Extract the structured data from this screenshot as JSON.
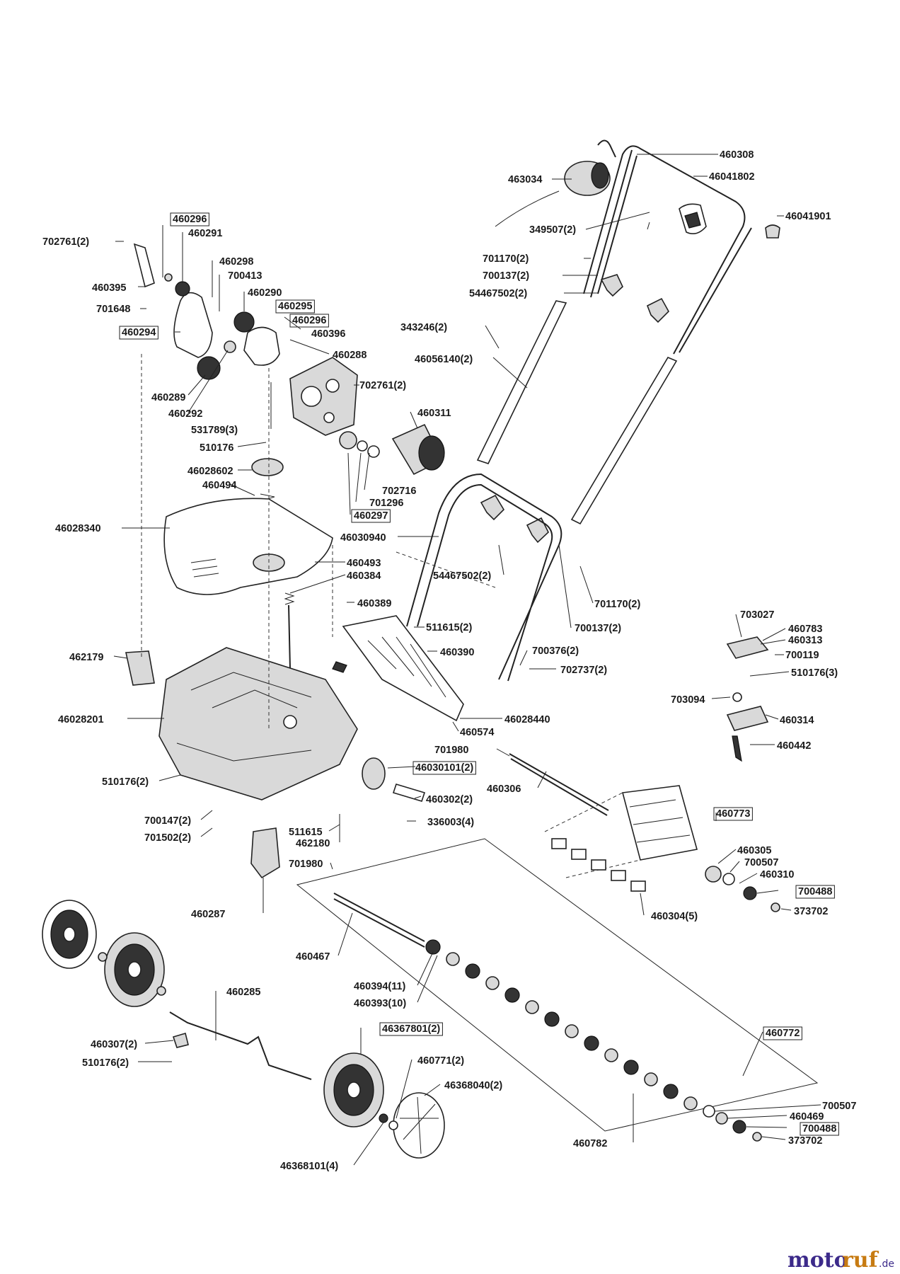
{
  "labels": [
    {
      "id": "460308",
      "text": "460308",
      "boxed": false
    },
    {
      "id": "463034",
      "text": "463034",
      "boxed": false
    },
    {
      "id": "46041802",
      "text": "46041802",
      "boxed": false
    },
    {
      "id": "46041901",
      "text": "46041901",
      "boxed": false
    },
    {
      "id": "349507-2",
      "text": "349507(2)",
      "boxed": false
    },
    {
      "id": "460296-a",
      "text": "460296",
      "boxed": true
    },
    {
      "id": "702761-2-a",
      "text": "702761(2)",
      "boxed": false
    },
    {
      "id": "460291",
      "text": "460291",
      "boxed": false
    },
    {
      "id": "460298",
      "text": "460298",
      "boxed": false
    },
    {
      "id": "700413",
      "text": "700413",
      "boxed": false
    },
    {
      "id": "460395",
      "text": "460395",
      "boxed": false
    },
    {
      "id": "460290",
      "text": "460290",
      "boxed": false
    },
    {
      "id": "701648",
      "text": "701648",
      "boxed": false
    },
    {
      "id": "460295",
      "text": "460295",
      "boxed": true
    },
    {
      "id": "460296-b",
      "text": "460296",
      "boxed": true
    },
    {
      "id": "460294",
      "text": "460294",
      "boxed": true
    },
    {
      "id": "460396",
      "text": "460396",
      "boxed": false
    },
    {
      "id": "460288",
      "text": "460288",
      "boxed": false
    },
    {
      "id": "701170-2-a",
      "text": "701170(2)",
      "boxed": false
    },
    {
      "id": "700137-2-a",
      "text": "700137(2)",
      "boxed": false
    },
    {
      "id": "54467502-2-a",
      "text": "54467502(2)",
      "boxed": false
    },
    {
      "id": "343246-2",
      "text": "343246(2)",
      "boxed": false
    },
    {
      "id": "46056140-2",
      "text": "46056140(2)",
      "boxed": false
    },
    {
      "id": "460289",
      "text": "460289",
      "boxed": false
    },
    {
      "id": "702761-2-b",
      "text": "702761(2)",
      "boxed": false
    },
    {
      "id": "460292",
      "text": "460292",
      "boxed": false
    },
    {
      "id": "460311",
      "text": "460311",
      "boxed": false
    },
    {
      "id": "531789-3",
      "text": "531789(3)",
      "boxed": false
    },
    {
      "id": "510176-a",
      "text": "510176",
      "boxed": false
    },
    {
      "id": "46028602",
      "text": "46028602",
      "boxed": false
    },
    {
      "id": "702716",
      "text": "702716",
      "boxed": false
    },
    {
      "id": "460494",
      "text": "460494",
      "boxed": false
    },
    {
      "id": "701296",
      "text": "701296",
      "boxed": false
    },
    {
      "id": "460297",
      "text": "460297",
      "boxed": true
    },
    {
      "id": "46028340",
      "text": "46028340",
      "boxed": false
    },
    {
      "id": "46030940",
      "text": "46030940",
      "boxed": false
    },
    {
      "id": "460493",
      "text": "460493",
      "boxed": false
    },
    {
      "id": "460384",
      "text": "460384",
      "boxed": false
    },
    {
      "id": "54467502-2-b",
      "text": "54467502(2)",
      "boxed": false
    },
    {
      "id": "460389",
      "text": "460389",
      "boxed": false
    },
    {
      "id": "701170-2-b",
      "text": "701170(2)",
      "boxed": false
    },
    {
      "id": "703027",
      "text": "703027",
      "boxed": false
    },
    {
      "id": "511615-2",
      "text": "511615(2)",
      "boxed": false
    },
    {
      "id": "700137-2-b",
      "text": "700137(2)",
      "boxed": false
    },
    {
      "id": "460783",
      "text": "460783",
      "boxed": false
    },
    {
      "id": "460313",
      "text": "460313",
      "boxed": false
    },
    {
      "id": "462179",
      "text": "462179",
      "boxed": false
    },
    {
      "id": "460390",
      "text": "460390",
      "boxed": false
    },
    {
      "id": "700376-2",
      "text": "700376(2)",
      "boxed": false
    },
    {
      "id": "700119",
      "text": "700119",
      "boxed": false
    },
    {
      "id": "702737-2",
      "text": "702737(2)",
      "boxed": false
    },
    {
      "id": "510176-3",
      "text": "510176(3)",
      "boxed": false
    },
    {
      "id": "703094",
      "text": "703094",
      "boxed": false
    },
    {
      "id": "46028201",
      "text": "46028201",
      "boxed": false
    },
    {
      "id": "46028440",
      "text": "46028440",
      "boxed": false
    },
    {
      "id": "460314",
      "text": "460314",
      "boxed": false
    },
    {
      "id": "460574",
      "text": "460574",
      "boxed": false
    },
    {
      "id": "701980-a",
      "text": "701980",
      "boxed": false
    },
    {
      "id": "460442",
      "text": "460442",
      "boxed": false
    },
    {
      "id": "46030101-2",
      "text": "46030101(2)",
      "boxed": true
    },
    {
      "id": "510176-2-a",
      "text": "510176(2)",
      "boxed": false
    },
    {
      "id": "460306",
      "text": "460306",
      "boxed": false
    },
    {
      "id": "460302-2",
      "text": "460302(2)",
      "boxed": false
    },
    {
      "id": "700147-2",
      "text": "700147(2)",
      "boxed": false
    },
    {
      "id": "336003-4",
      "text": "336003(4)",
      "boxed": false
    },
    {
      "id": "460773",
      "text": "460773",
      "boxed": true
    },
    {
      "id": "701502-2",
      "text": "701502(2)",
      "boxed": false
    },
    {
      "id": "511615",
      "text": "511615",
      "boxed": false
    },
    {
      "id": "462180",
      "text": "462180",
      "boxed": false
    },
    {
      "id": "460305",
      "text": "460305",
      "boxed": false
    },
    {
      "id": "700507-a",
      "text": "700507",
      "boxed": false
    },
    {
      "id": "701980-b",
      "text": "701980",
      "boxed": false
    },
    {
      "id": "460310",
      "text": "460310",
      "boxed": false
    },
    {
      "id": "700488-a",
      "text": "700488",
      "boxed": true
    },
    {
      "id": "373702-a",
      "text": "373702",
      "boxed": false
    },
    {
      "id": "460287",
      "text": "460287",
      "boxed": false
    },
    {
      "id": "460304-5",
      "text": "460304(5)",
      "boxed": false
    },
    {
      "id": "460467",
      "text": "460467",
      "boxed": false
    },
    {
      "id": "460394-11",
      "text": "460394(11)",
      "boxed": false
    },
    {
      "id": "460393-10",
      "text": "460393(10)",
      "boxed": false
    },
    {
      "id": "460285",
      "text": "460285",
      "boxed": false
    },
    {
      "id": "46367801-2",
      "text": "46367801(2)",
      "boxed": true
    },
    {
      "id": "460772",
      "text": "460772",
      "boxed": true
    },
    {
      "id": "460307-2",
      "text": "460307(2)",
      "boxed": false
    },
    {
      "id": "510176-2-b",
      "text": "510176(2)",
      "boxed": false
    },
    {
      "id": "460771-2",
      "text": "460771(2)",
      "boxed": false
    },
    {
      "id": "46368040-2",
      "text": "46368040(2)",
      "boxed": false
    },
    {
      "id": "700507-b",
      "text": "700507",
      "boxed": false
    },
    {
      "id": "460469",
      "text": "460469",
      "boxed": false
    },
    {
      "id": "700488-b",
      "text": "700488",
      "boxed": true
    },
    {
      "id": "373702-b",
      "text": "373702",
      "boxed": false
    },
    {
      "id": "460782",
      "text": "460782",
      "boxed": false
    },
    {
      "id": "46368101-4",
      "text": "46368101(4)",
      "boxed": false
    }
  ],
  "brand": {
    "part1": "moto",
    "part2": "ruf",
    "suffix": ".de"
  }
}
